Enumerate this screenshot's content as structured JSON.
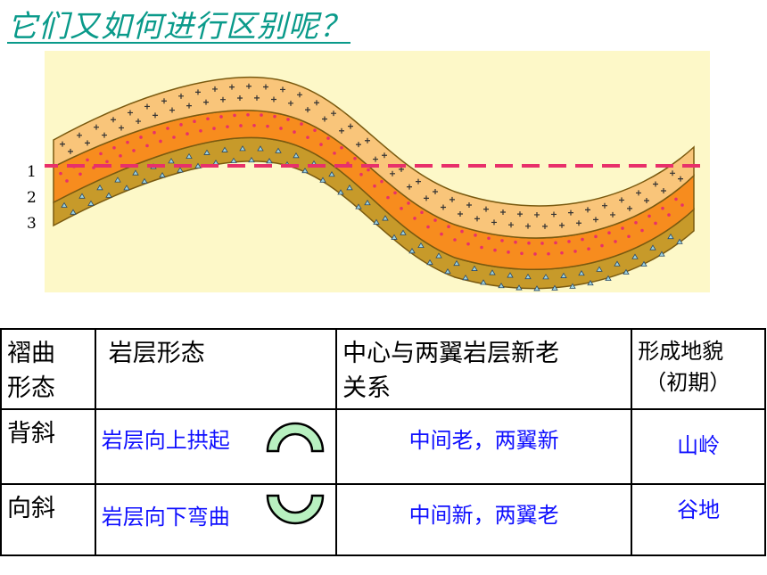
{
  "title": "它们又如何进行区别呢？",
  "layer_labels": [
    "1",
    "2",
    "3"
  ],
  "table": {
    "headers": [
      "褶曲形态",
      "岩层形态",
      "中心与两翼岩层新老关系",
      "形成地貌（初期）"
    ],
    "header_lines": {
      "col0": [
        "褶曲",
        "形态"
      ],
      "col2": [
        "中心与两翼岩层新老",
        "关系"
      ],
      "col3": [
        "形成地貌",
        "（初期）"
      ]
    },
    "rows": [
      {
        "type": "背斜",
        "shape": "岩层向上拱起",
        "relation": "中间老，两翼新",
        "landform": "山岭"
      },
      {
        "type": "向斜",
        "shape": "岩层向下弯曲",
        "relation": "中间新，两翼老",
        "landform": "谷地"
      }
    ]
  },
  "colors": {
    "title": "#0a9a8a",
    "background_panel": "#fdf8c8",
    "layer_top": "#f9c57a",
    "layer_middle": "#f78c1e",
    "layer_bottom": "#c79a2a",
    "dashed_line": "#e8306a",
    "answer_text": "#1010ff",
    "arch_fill": "#b8f0c0"
  }
}
